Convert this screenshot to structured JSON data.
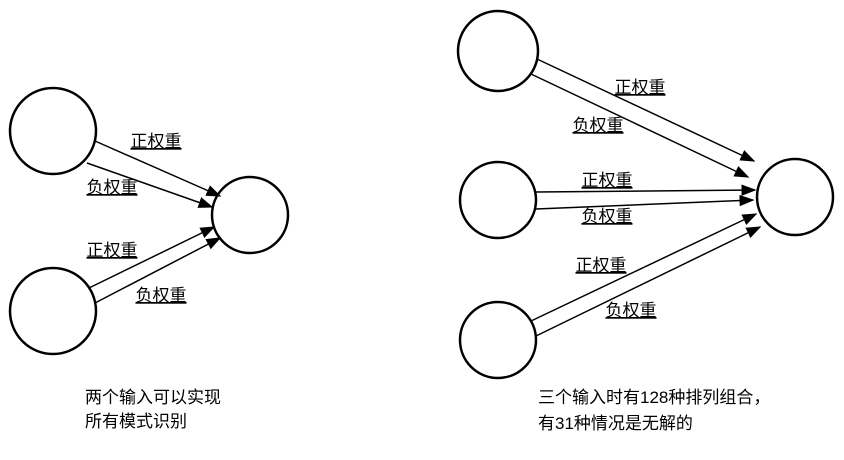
{
  "left_diagram": {
    "arrow_labels": [
      "正权重",
      "负权重",
      "正权重",
      "负权重"
    ],
    "caption": [
      "两个输入可以实现",
      "所有模式识别"
    ]
  },
  "right_diagram": {
    "arrow_labels": [
      "正权重",
      "负权重",
      "正权重",
      "负权重",
      "正权重",
      "负权重"
    ],
    "caption": [
      "三个输入时有128种排列组合，",
      "有31种情况是无解的"
    ]
  },
  "colors": {
    "line": "#000000",
    "text": "#000000",
    "background": "#ffffff"
  }
}
